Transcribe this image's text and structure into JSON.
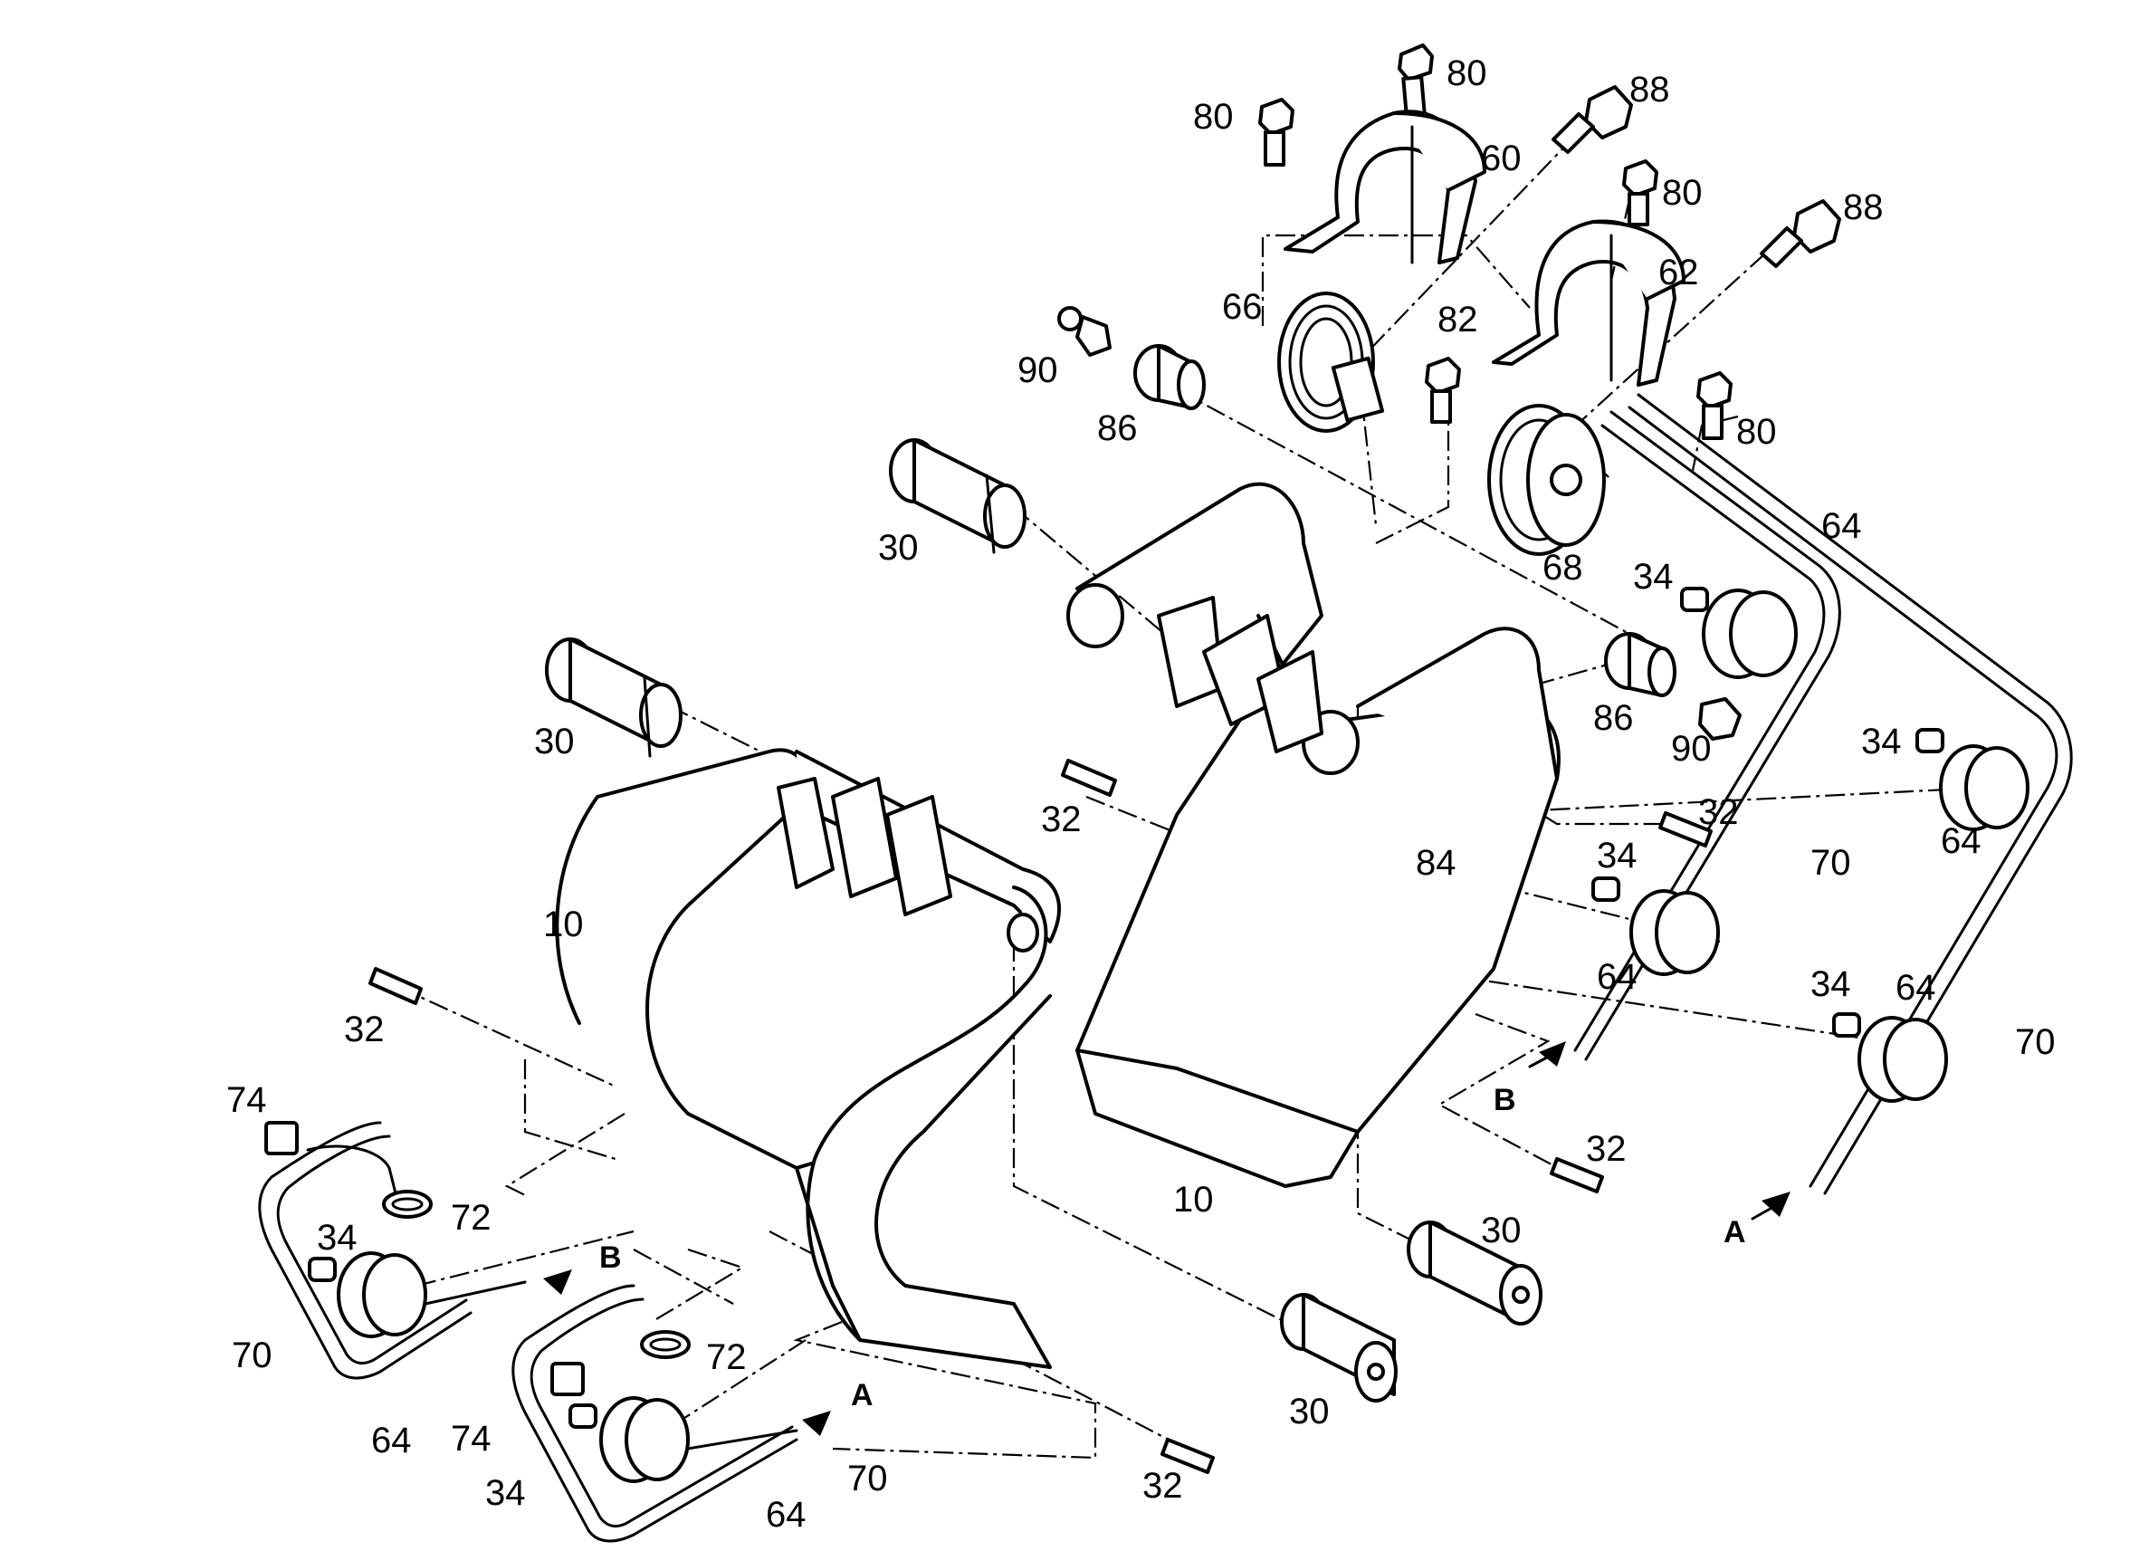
{
  "diagram": {
    "colors": {
      "ink": "#000000",
      "paper": "#ffffff"
    },
    "callouts": [
      {
        "id": "c80a",
        "text": "80"
      },
      {
        "id": "c80b",
        "text": "80"
      },
      {
        "id": "c88a",
        "text": "88"
      },
      {
        "id": "c60",
        "text": "60"
      },
      {
        "id": "c80c",
        "text": "80"
      },
      {
        "id": "c88b",
        "text": "88"
      },
      {
        "id": "c62",
        "text": "62"
      },
      {
        "id": "c66",
        "text": "66"
      },
      {
        "id": "c82",
        "text": "82"
      },
      {
        "id": "c90a",
        "text": "90"
      },
      {
        "id": "c86a",
        "text": "86"
      },
      {
        "id": "c80d",
        "text": "80"
      },
      {
        "id": "c30a",
        "text": "30"
      },
      {
        "id": "c68",
        "text": "68"
      },
      {
        "id": "c64a",
        "text": "64"
      },
      {
        "id": "c34a",
        "text": "34"
      },
      {
        "id": "c86b",
        "text": "86"
      },
      {
        "id": "c90b",
        "text": "90"
      },
      {
        "id": "c30b",
        "text": "30"
      },
      {
        "id": "c34b",
        "text": "34"
      },
      {
        "id": "c64b",
        "text": "64"
      },
      {
        "id": "c32a",
        "text": "32"
      },
      {
        "id": "c32b",
        "text": "32"
      },
      {
        "id": "c70a",
        "text": "70"
      },
      {
        "id": "c34c",
        "text": "34"
      },
      {
        "id": "c84",
        "text": "84"
      },
      {
        "id": "c10a",
        "text": "10"
      },
      {
        "id": "c64c",
        "text": "64"
      },
      {
        "id": "c34d",
        "text": "34"
      },
      {
        "id": "c64d",
        "text": "64"
      },
      {
        "id": "c70b",
        "text": "70"
      },
      {
        "id": "c32c",
        "text": "32"
      },
      {
        "id": "c74a",
        "text": "74"
      },
      {
        "id": "c32d",
        "text": "32"
      },
      {
        "id": "c72a",
        "text": "72"
      },
      {
        "id": "c10b",
        "text": "10"
      },
      {
        "id": "c30c",
        "text": "30"
      },
      {
        "id": "c34e",
        "text": "34"
      },
      {
        "id": "c70c",
        "text": "70"
      },
      {
        "id": "c64e",
        "text": "64"
      },
      {
        "id": "c72b",
        "text": "72"
      },
      {
        "id": "c74b",
        "text": "74"
      },
      {
        "id": "c34f",
        "text": "34"
      },
      {
        "id": "c64f",
        "text": "64"
      },
      {
        "id": "c70d",
        "text": "70"
      },
      {
        "id": "c30d",
        "text": "30"
      },
      {
        "id": "c32e",
        "text": "32"
      }
    ],
    "letters": [
      {
        "id": "lB1",
        "text": "B"
      },
      {
        "id": "lA1",
        "text": "A"
      },
      {
        "id": "lB2",
        "text": "B"
      },
      {
        "id": "lA2",
        "text": "A"
      }
    ]
  }
}
